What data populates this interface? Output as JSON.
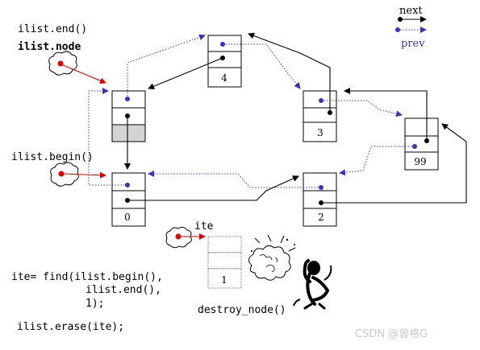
{
  "labels": {
    "end_call": "ilist.end()",
    "node": "ilist.node",
    "begin_call": "ilist.begin()",
    "ite_label": "ite",
    "destroy": "destroy_node()",
    "legend_next": "next",
    "legend_prev": "prev"
  },
  "nodes": {
    "n4": "4",
    "n3": "3",
    "n99": "99",
    "n0": "0",
    "n2": "2",
    "n1": "1"
  },
  "code": {
    "line1": "ite= find(ilist.begin(),",
    "line2": "ilist.end(),",
    "line3": "1);",
    "line4": "ilist.erase(ite);"
  },
  "watermark": "CSDN @曾格G",
  "colors": {
    "next": "#000000",
    "prev": "#3333cc",
    "iterator": "#e00000"
  }
}
